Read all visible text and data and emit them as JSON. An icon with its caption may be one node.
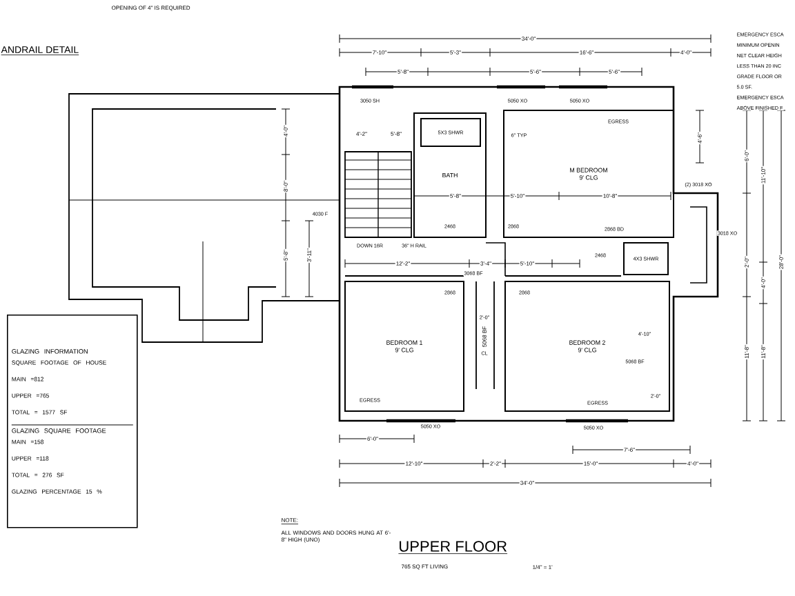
{
  "diagram": {
    "title": "UPPER FLOOR",
    "nodes": [
      {
        "text": [
          "M BEDROOM",
          "9' CLG"
        ]
      },
      {
        "text": [
          "BATH"
        ]
      },
      {
        "text": [
          "5X3 SHWR"
        ],
        "in": 1
      },
      {
        "text": [
          "BEDROOM 1",
          "9' CLG"
        ]
      },
      {
        "text": [
          "BEDROOM 2",
          "9' CLG"
        ]
      },
      {
        "text": [
          "4X3 SHWR"
        ]
      },
      {
        "text": [
          "GLAZING INFORMATION",
          "SQUARE FOOTAGE OF HOUSE",
          "MAIN =812",
          "UPPER =765",
          "TOTAL = 1577 SF",
          "GLAZING SQUARE FOOTAGE",
          "MAIN =158",
          "UPPER =118",
          "TOTAL = 276 SF",
          "GLAZING PERCENTAGE 15 %"
        ]
      }
    ],
    "labels": [
      "OPENING OF 4\" IS REQUIRED",
      "ANDRAIL DETAIL",
      "EMERGENCY ESCA",
      "MINIMUM OPENIN",
      "NET CLEAR HEIGH",
      "LESS THAN 20 INC",
      "GRADE FLOOR OR",
      "5.0 SF.",
      "EMERGENCY ESCA",
      "ABOVE FINISHED F",
      "34'-0\"",
      "7'-10\"",
      "5'-3\"",
      "16'-6\"",
      "4'-0\"",
      "5'-8\"",
      "5'-6\"",
      "5'-6\"",
      "3050 SH",
      "5050 XO",
      "5050 XO",
      "4'-2\"",
      "5'-8\"",
      "6\" TYP",
      "EGRESS",
      "5'-8\"",
      "5'-10\"",
      "10'-8\"",
      "(2) 3018 XO",
      "3018 XO",
      "4030 F",
      "DOWN 16R",
      "36\" H RAIL",
      "2468",
      "2868",
      "2868 BD",
      "2468",
      "12'-2\"",
      "3'-4\"",
      "5'-10\"",
      "3068 BF",
      "2868",
      "2868",
      "2'-0\"",
      "5068 BF",
      "CL",
      "4'-10\"",
      "5068 BF",
      "2'-0\"",
      "EGRESS",
      "5050 XO",
      "EGRESS",
      "5050 XO",
      "6'-0\"",
      "7'-6\"",
      "12'-10\"",
      "2'-2\"",
      "15'-0\"",
      "4'-0\"",
      "34'-0\"",
      "4'-6\"",
      "6'-0\"",
      "11'-10\"",
      "2'-0\"",
      "4'-0\"",
      "28'-0\"",
      "11'-8\"",
      "11'-8\"",
      "4'-0\"",
      "8'-0\"",
      "5'-8\"",
      "3'-11\"",
      "NOTE:",
      "ALL WINDOWS AND DOORS HUNG AT 6'-8\" HIGH (UNO)",
      "765 SQ FT LIVING",
      "1/4\" = 1'"
    ]
  }
}
